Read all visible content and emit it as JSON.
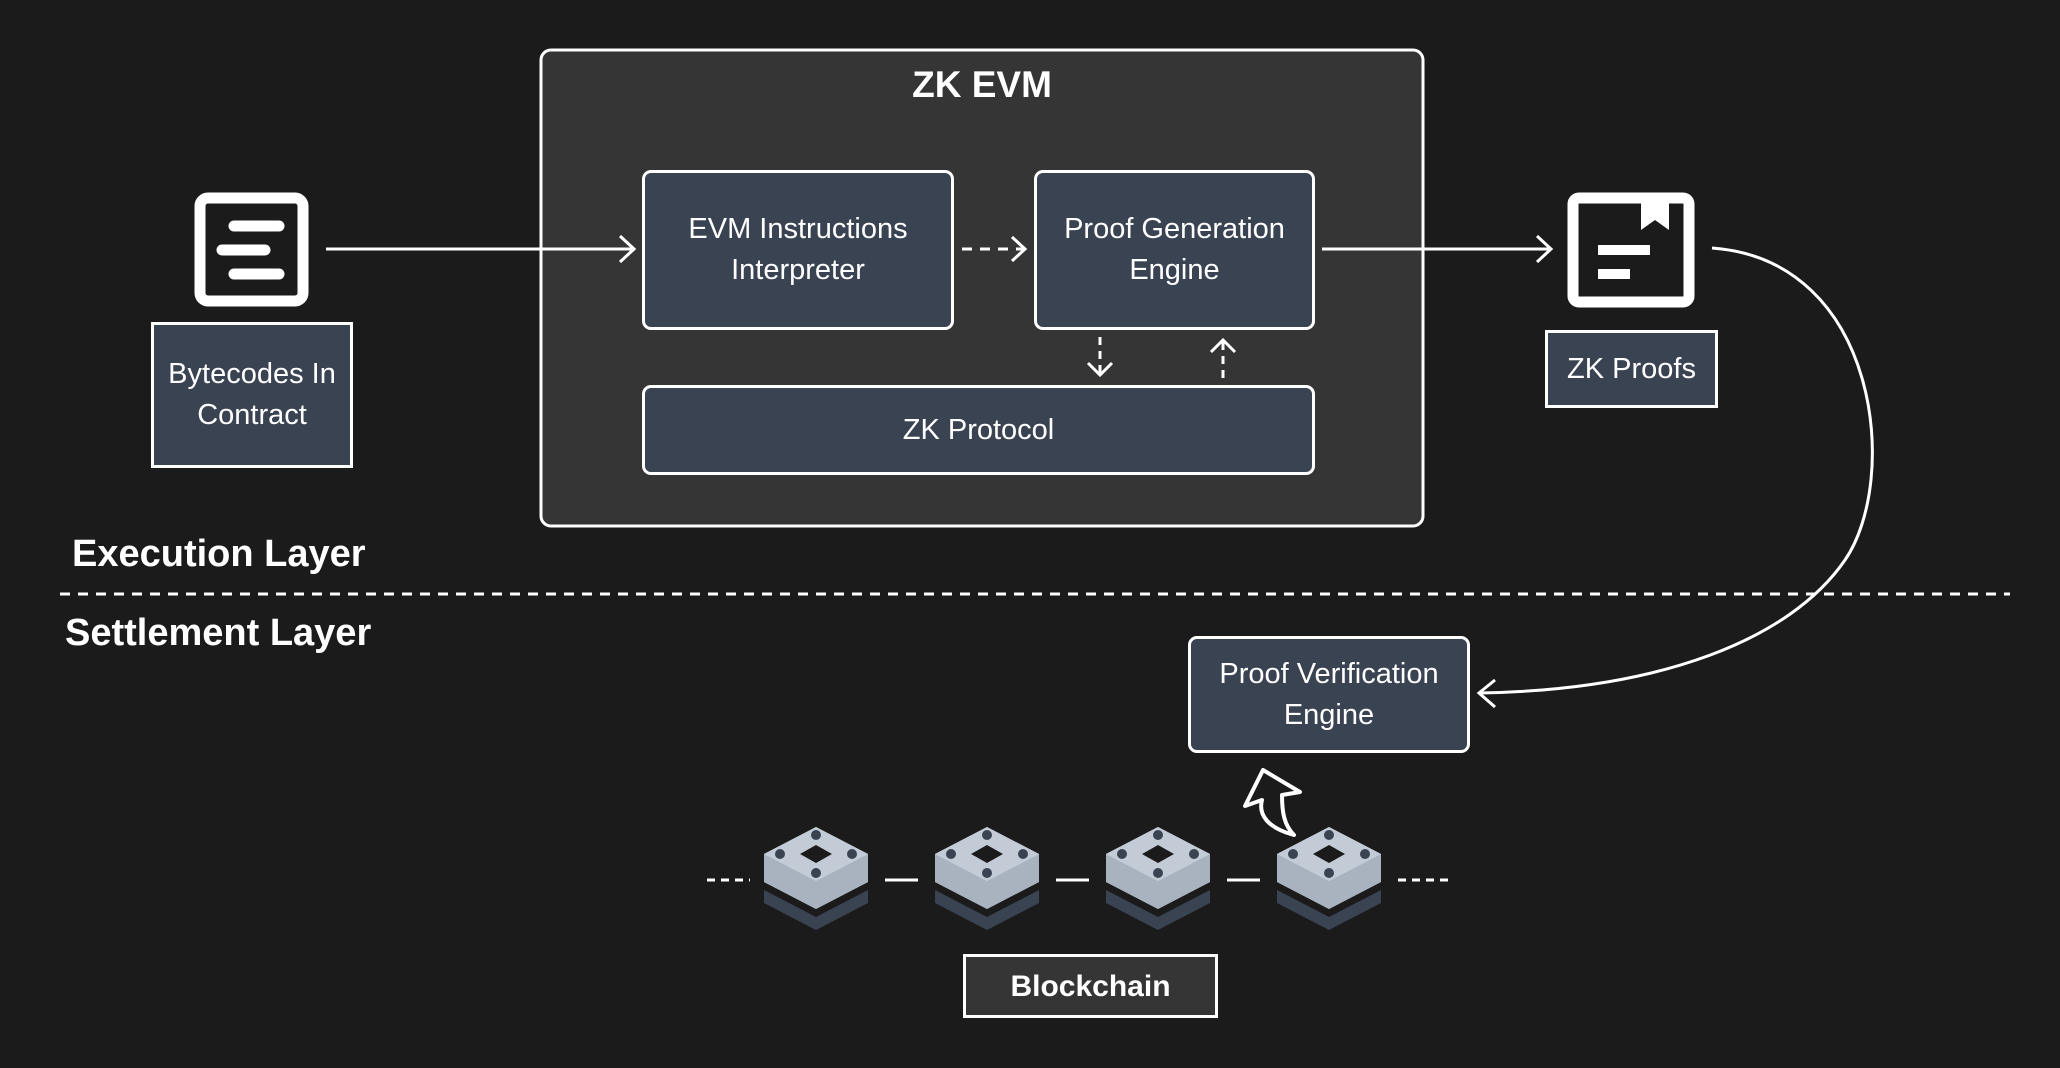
{
  "zk_evm": {
    "title": "ZK EVM",
    "evm_interpreter": "EVM Instructions\nInterpreter",
    "proof_generation": "Proof Generation\nEngine",
    "zk_protocol": "ZK Protocol"
  },
  "inputs": {
    "bytecodes": "Bytecodes In\nContract"
  },
  "outputs": {
    "zk_proofs": "ZK Proofs"
  },
  "layers": {
    "execution": "Execution Layer",
    "settlement": "Settlement Layer"
  },
  "settlement": {
    "proof_verification": "Proof Verification\nEngine",
    "blockchain": "Blockchain"
  },
  "icons": {
    "contract": "document-lines-icon",
    "proofs": "package-document-icon",
    "block": "cube-block-icon"
  },
  "colors": {
    "background": "#1b1b1c",
    "container": "#353535",
    "node": "#3a4352",
    "block_top": "#c3ccd6",
    "block_shadow": "#3a4352",
    "stroke": "#ffffff"
  }
}
